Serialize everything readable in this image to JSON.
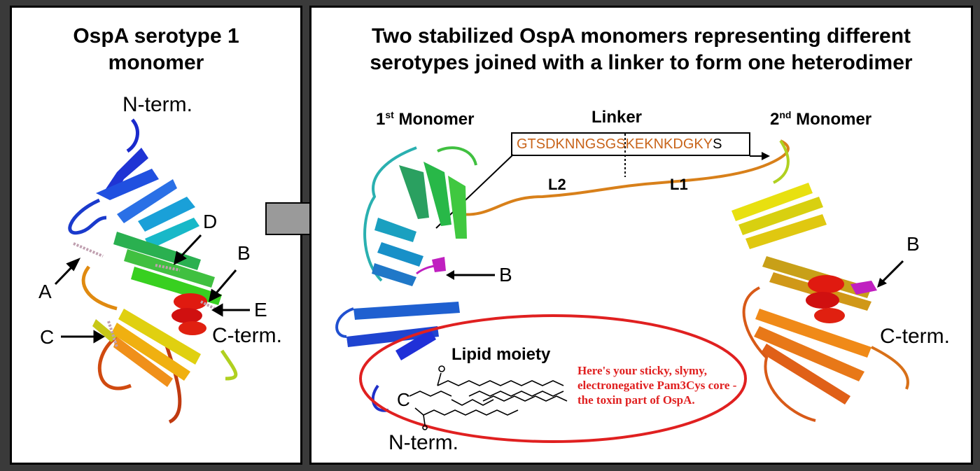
{
  "left_panel": {
    "title_line1": "OspA serotype 1",
    "title_line2": "monomer",
    "n_term": "N-term.",
    "c_term": "C-term.",
    "markers": [
      "A",
      "B",
      "C",
      "D",
      "E"
    ]
  },
  "right_panel": {
    "title_line1": "Two stabilized OspA monomers representing different",
    "title_line2": "serotypes joined with a linker to form one heterodimer",
    "first_monomer_prefix": "1",
    "first_monomer_sup": "st",
    "first_monomer_suffix": " Monomer",
    "second_monomer_prefix": "2",
    "second_monomer_sup": "nd",
    "second_monomer_suffix": " Monomer",
    "linker_label": "Linker",
    "linker_seq_orange": "GTSDKNNGSGSKEKNKDGKY",
    "linker_seq_black": "S",
    "l2": "L2",
    "l1": "L1",
    "b_marker_1": "B",
    "b_marker_2": "B",
    "c_term": "C-term.",
    "n_term": "N-term.",
    "lipid_label": "Lipid moiety",
    "note": "Here's your sticky, slymy, electronegative Pam3Cys core - the toxin part of OspA."
  },
  "colors": {
    "ellipse": "#e02020",
    "linker_text": "#c8641a",
    "arrow_gray": "#9a9a9a"
  }
}
